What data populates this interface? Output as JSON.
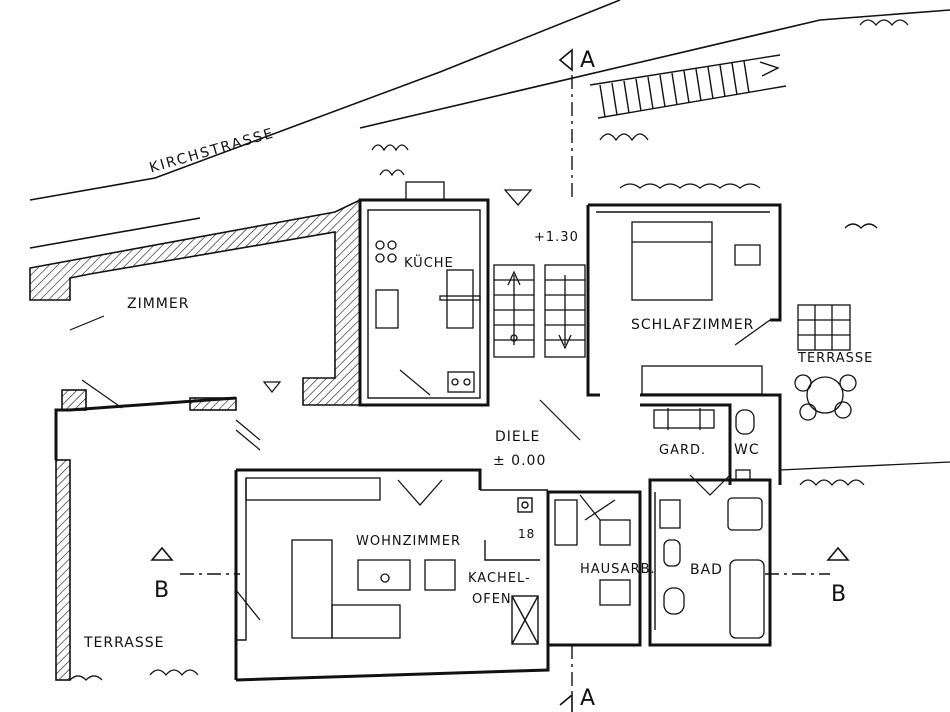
{
  "plan": {
    "street": "KIRCHSTRASSE",
    "rooms": {
      "zimmer": "ZIMMER",
      "kueche": "KÜCHE",
      "schlafzimmer": "SCHLAFZIMMER",
      "terrasse_right": "TERRASSE",
      "diele": "DIELE",
      "diele_level": "± 0.00",
      "gard": "GARD.",
      "wc": "WC",
      "wohnzimmer": "WOHNZIMMER",
      "kachel_line1": "KACHEL-",
      "kachel_line2": "OFEN",
      "hausarb": "HAUSARB.",
      "bad": "BAD",
      "terrasse_left": "TERRASSE"
    },
    "level_landing": "+1.30",
    "chimney": "18",
    "section_a_top": "A",
    "section_a_bottom": "A",
    "section_b_left": "B",
    "section_b_right": "B"
  }
}
